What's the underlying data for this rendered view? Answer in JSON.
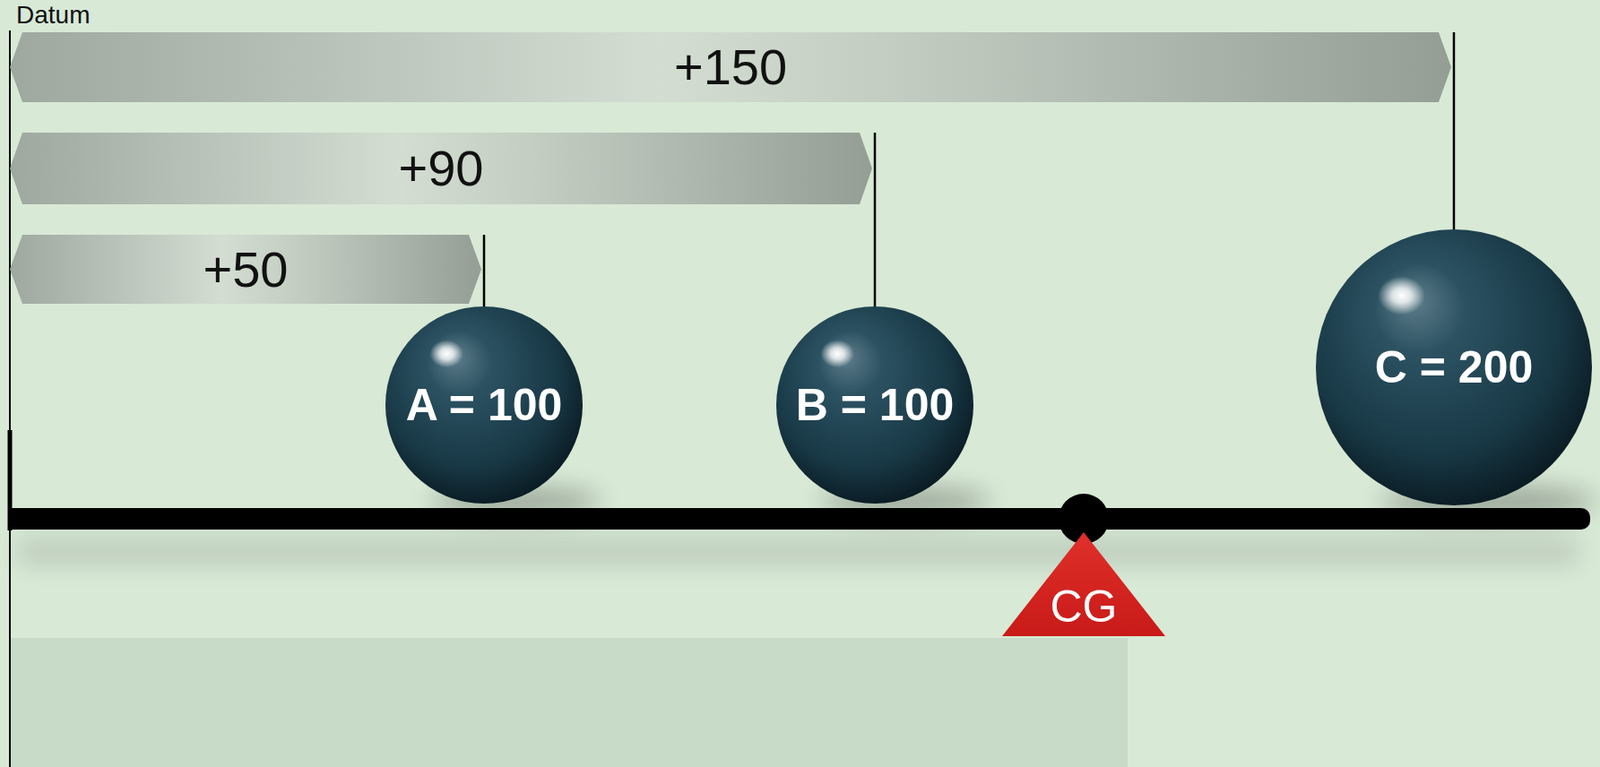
{
  "diagram": {
    "nodes": [
      {
        "text": [
          "+150"
        ]
      },
      {
        "text": [
          "+90"
        ]
      },
      {
        "text": [
          "+50"
        ]
      },
      {
        "text": [
          "A = 100"
        ]
      },
      {
        "text": [
          "B = 100"
        ]
      },
      {
        "text": [
          "C = 200"
        ]
      },
      {
        "text": [
          "CG"
        ]
      }
    ],
    "edges": [
      {
        "from": 2,
        "to": 3,
        "arrow": "none"
      },
      {
        "from": 1,
        "to": 4,
        "arrow": "none"
      },
      {
        "from": 0,
        "to": 5,
        "arrow": "none"
      }
    ],
    "labels": [
      "Datum"
    ]
  }
}
